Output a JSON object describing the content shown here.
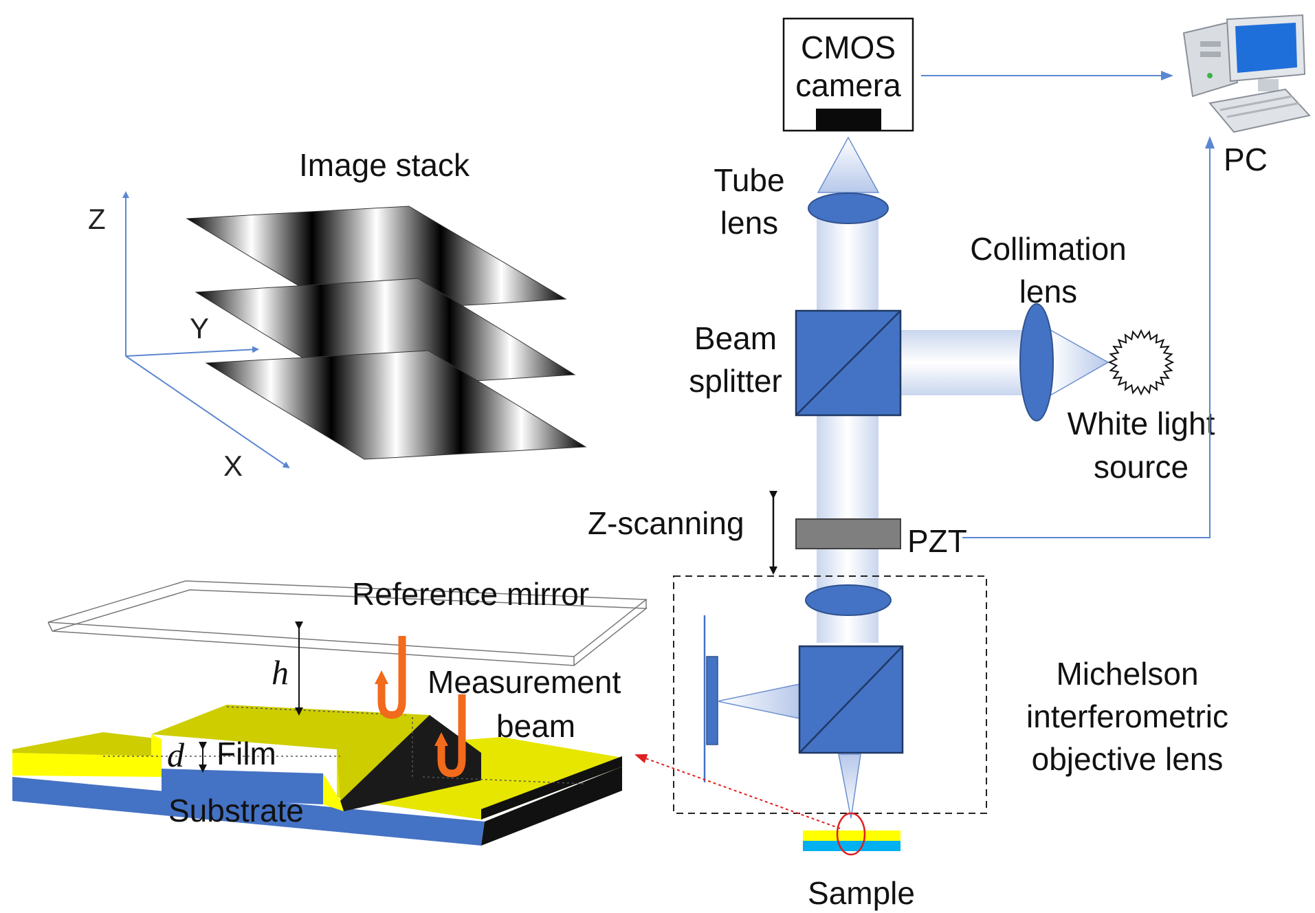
{
  "labels": {
    "cmos_line1": "CMOS",
    "cmos_line2": "camera",
    "pc": "PC",
    "image_stack": "Image stack",
    "tube_lens_1": "Tube",
    "tube_lens_2": "lens",
    "collimation_1": "Collimation",
    "collimation_2": "lens",
    "beam_splitter_1": "Beam",
    "beam_splitter_2": "splitter",
    "white_light_1": "White light",
    "white_light_2": "source",
    "z_scanning": "Z-scanning",
    "pzt": "PZT",
    "reference_mirror": "Reference mirror",
    "measurement_beam_1": "Measurement",
    "measurement_beam_2": "beam",
    "michelson_1": "Michelson",
    "michelson_2": "interferometric",
    "michelson_3": "objective lens",
    "film": "Film",
    "substrate": "Substrate",
    "sample": "Sample",
    "h_symbol": "h",
    "d_symbol": "d"
  },
  "axes": {
    "z": "Z",
    "y": "Y",
    "x": "X"
  },
  "colors": {
    "component_blue": "#4472C4",
    "beam_light": "#C8D6EE",
    "arrow_blue": "#5B86D1",
    "pzt_gray": "#7F7F7F",
    "film_yellow": "#E6E600",
    "substrate_blue": "#4472C4",
    "beam_orange": "#F26A1B",
    "pointer_red": "#E02020"
  },
  "icons": {
    "pc": "desktop-computer-icon",
    "light_source": "starburst-icon"
  }
}
